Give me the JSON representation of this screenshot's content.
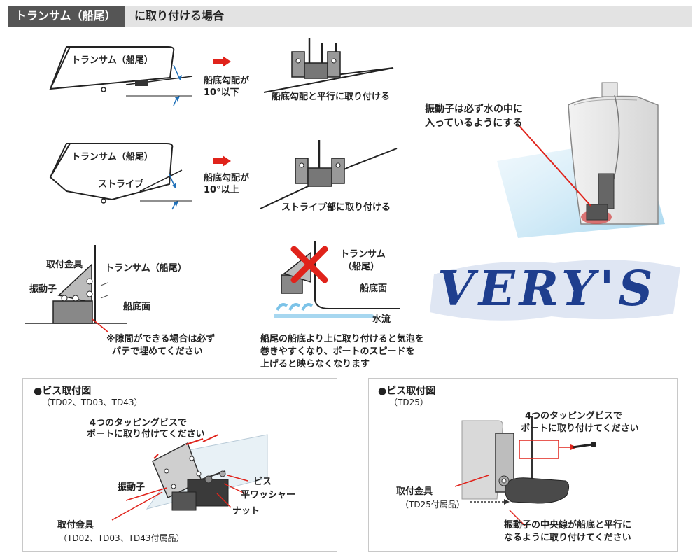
{
  "header": {
    "tab_label": "トランサム（船尾）",
    "title": "に取り付ける場合"
  },
  "row1": {
    "hull_label": "トランサム（船尾）",
    "condition_line1": "船底勾配が",
    "condition_line2": "10°以下",
    "result": "船底勾配と平行に取り付ける"
  },
  "row2": {
    "hull_label": "トランサム（船尾）",
    "stripe_label": "ストライプ",
    "condition_line1": "船底勾配が",
    "condition_line2": "10°以上",
    "result": "ストライプ部に取り付ける"
  },
  "callout": {
    "line1": "振動子は必ず水の中に",
    "line2": "入っているようにする"
  },
  "mount_diagram": {
    "bracket_label": "取付金具",
    "transom_label": "トランサム（船尾）",
    "transducer_label": "振動子",
    "hull_bottom_label": "船底面",
    "note_line1": "※隙間ができる場合は必ず",
    "note_line2": "パテで埋めてください"
  },
  "wrong_diagram": {
    "transom_line1": "トランサム",
    "transom_line2": "（船尾）",
    "hull_bottom_label": "船底面",
    "water_flow_label": "水流",
    "note_line1": "船尾の船底より上に取り付けると気泡を",
    "note_line2": "巻きやすくなり、ボートのスピードを",
    "note_line3": "上げると映らなくなります"
  },
  "logo": {
    "text": "VERY'S"
  },
  "panel_left": {
    "title": "●ビス取付図",
    "subtitle": "（TD02、TD03、TD43）",
    "screws_line1": "4つのタッピングビスで",
    "screws_line2": "ボートに取り付けてください",
    "screw_label": "ビス",
    "washer_label": "平ワッシャー",
    "nut_label": "ナット",
    "transducer_label": "振動子",
    "bracket_label": "取付金具",
    "bracket_sub": "（TD02、TD03、TD43付属品）"
  },
  "panel_right": {
    "title": "●ビス取付図",
    "subtitle": "（TD25）",
    "screws_line1": "4つのタッピングビスで",
    "screws_line2": "ボートに取り付けてください",
    "bracket_label": "取付金具",
    "bracket_sub": "（TD25付属品）",
    "center_line1": "振動子の中央線が船底と平行に",
    "center_line2": "なるように取り付けてください"
  },
  "colors": {
    "accent_red": "#e0231b",
    "arrow_blue": "#1d6fb8",
    "logo_blue": "#1e3e8e",
    "header_dark": "#555555"
  }
}
